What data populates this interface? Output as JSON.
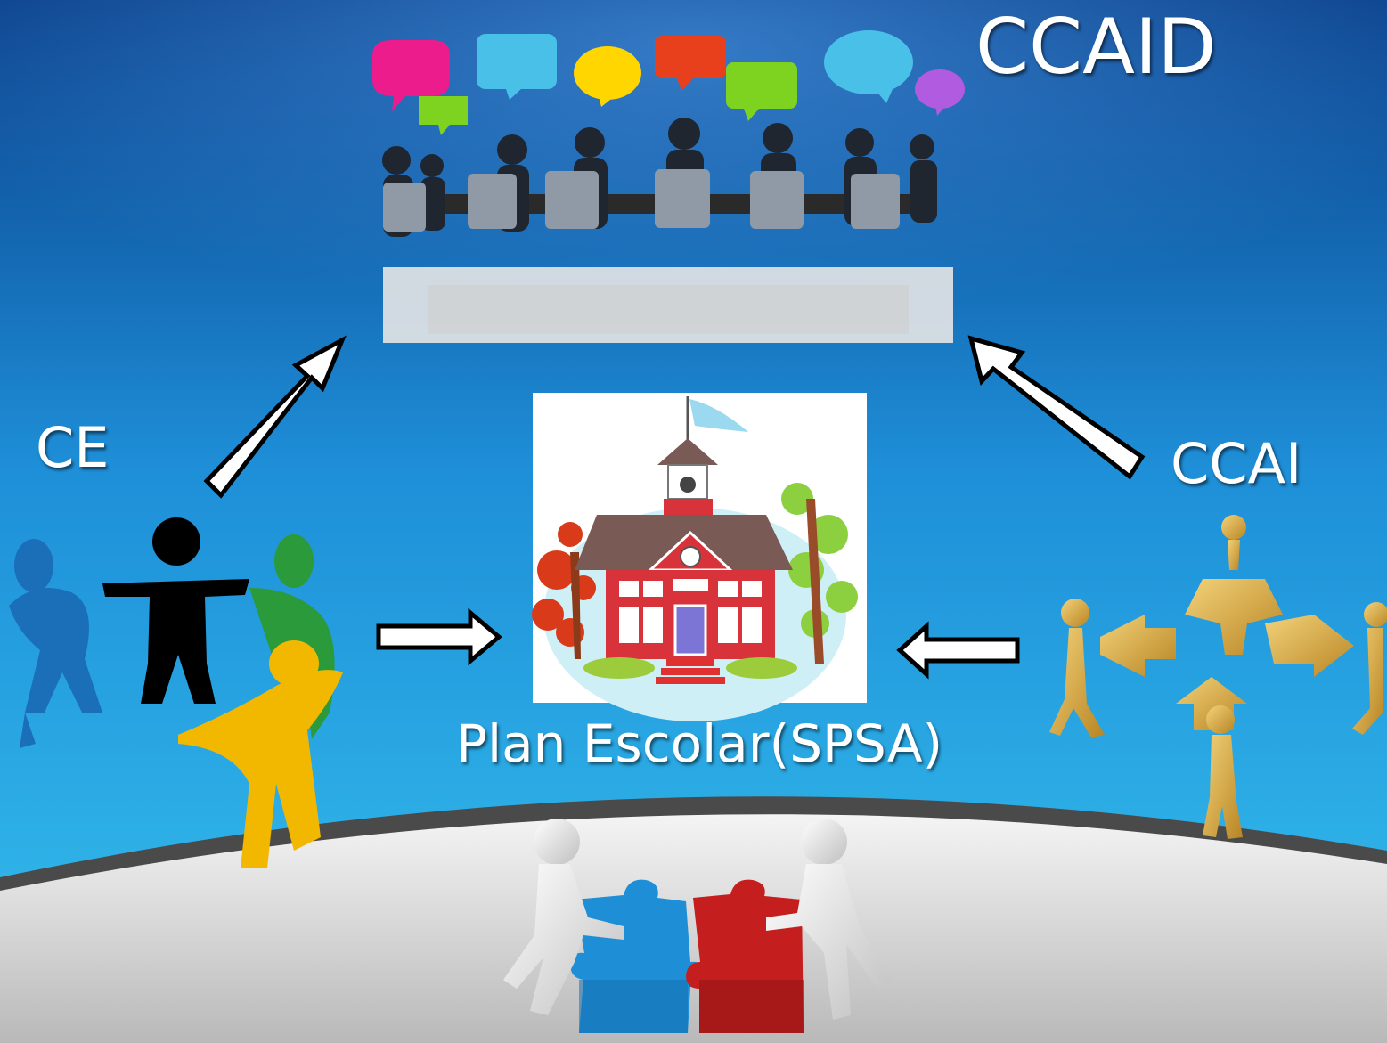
{
  "diagram": {
    "top_node": {
      "label": "CCAID",
      "icon": "meeting-speech-bubbles-icon"
    },
    "left_node": {
      "label": "CE",
      "icon": "community-people-icon"
    },
    "right_node": {
      "label": "CCAI",
      "icon": "gold-figures-arrows-icon"
    },
    "center_node": {
      "label": "Plan Escolar(SPSA)",
      "icon": "schoolhouse-icon"
    },
    "bottom_icon": "puzzle-collaboration-icon",
    "colors": {
      "background_top": "#0a3f8a",
      "background_bottom": "#35c0ee",
      "floor": "#d8d8d8",
      "school_red": "#d8333a",
      "figure_blue": "#1b6fb8",
      "figure_green": "#2a9a3a",
      "figure_yellow": "#f2b800",
      "gold": "#d9a84a",
      "puzzle_blue": "#1e8fd6",
      "puzzle_red": "#c41e1e"
    }
  }
}
